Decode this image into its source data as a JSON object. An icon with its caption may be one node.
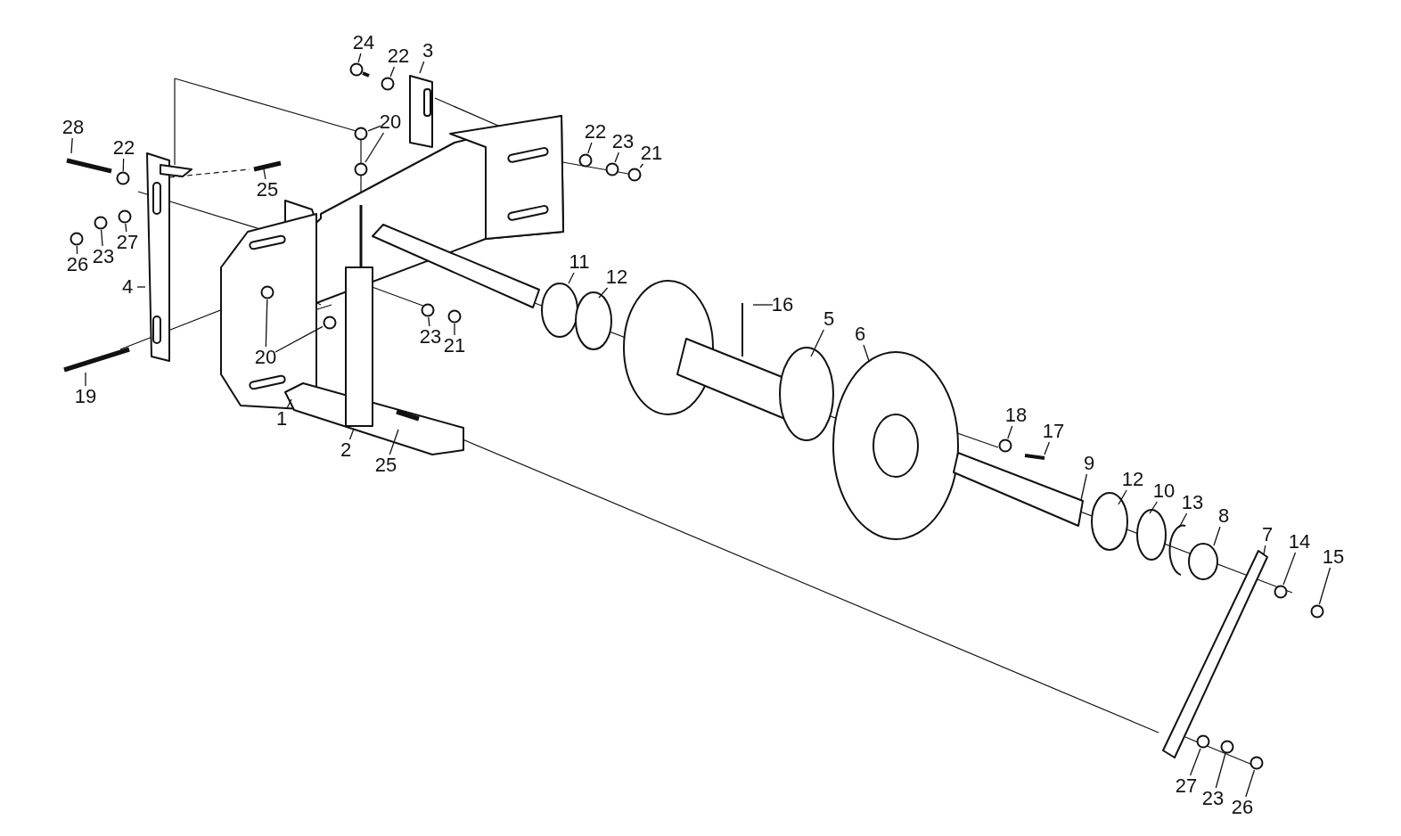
{
  "diagram": {
    "nodes": [
      {
        "text": [
          "24"
        ]
      },
      {
        "text": [
          "22"
        ]
      },
      {
        "text": [
          "3"
        ]
      },
      {
        "text": [
          "28"
        ]
      },
      {
        "text": [
          "22"
        ]
      },
      {
        "text": [
          "20"
        ]
      },
      {
        "text": [
          "22"
        ]
      },
      {
        "text": [
          "23"
        ]
      },
      {
        "text": [
          "21"
        ]
      },
      {
        "text": [
          "25"
        ]
      },
      {
        "text": [
          "27"
        ]
      },
      {
        "text": [
          "23"
        ]
      },
      {
        "text": [
          "26"
        ]
      },
      {
        "text": [
          "4"
        ]
      },
      {
        "text": [
          "11"
        ]
      },
      {
        "text": [
          "12"
        ]
      },
      {
        "text": [
          "16"
        ]
      },
      {
        "text": [
          "5"
        ]
      },
      {
        "text": [
          "6"
        ]
      },
      {
        "text": [
          "23"
        ]
      },
      {
        "text": [
          "21"
        ]
      },
      {
        "text": [
          "20"
        ]
      },
      {
        "text": [
          "19"
        ]
      },
      {
        "text": [
          "1"
        ]
      },
      {
        "text": [
          "2"
        ]
      },
      {
        "text": [
          "25"
        ]
      },
      {
        "text": [
          "18"
        ]
      },
      {
        "text": [
          "17"
        ]
      },
      {
        "text": [
          "9"
        ]
      },
      {
        "text": [
          "12"
        ]
      },
      {
        "text": [
          "10"
        ]
      },
      {
        "text": [
          "13"
        ]
      },
      {
        "text": [
          "8"
        ]
      },
      {
        "text": [
          "7"
        ]
      },
      {
        "text": [
          "14"
        ]
      },
      {
        "text": [
          "15"
        ]
      },
      {
        "text": [
          "27"
        ]
      },
      {
        "text": [
          "23"
        ]
      },
      {
        "text": [
          "26"
        ]
      },
      {
        "text": [],
        "shape": "circle"
      },
      {
        "text": [],
        "shape": "circle"
      },
      {
        "text": [],
        "shape": "circle"
      },
      {
        "text": [],
        "shape": "circle"
      },
      {
        "text": [],
        "shape": "circle"
      },
      {
        "text": [],
        "shape": "circle"
      },
      {
        "text": [],
        "shape": "circle"
      },
      {
        "text": [],
        "shape": "circle"
      },
      {
        "text": [],
        "shape": "circle"
      },
      {
        "text": [],
        "shape": "circle"
      },
      {
        "text": [],
        "shape": "circle"
      },
      {
        "text": [],
        "shape": "circle"
      },
      {
        "text": [],
        "shape": "circle"
      },
      {
        "text": [],
        "shape": "circle"
      },
      {
        "text": [],
        "shape": "circle"
      },
      {
        "text": [],
        "shape": "circle"
      },
      {
        "text": [],
        "shape": "circle"
      },
      {
        "text": [],
        "shape": "circle"
      },
      {
        "text": [],
        "shape": "circle"
      },
      {
        "text": [],
        "shape": "circle"
      },
      {
        "text": [],
        "shape": "circle"
      }
    ],
    "edges": [
      {
        "from": 0,
        "to": 39,
        "arrow": "none"
      },
      {
        "from": 1,
        "to": 40,
        "arrow": "none"
      },
      {
        "from": 2,
        "to": null,
        "arrow": "none"
      },
      {
        "from": 3,
        "to": null,
        "arrow": "none"
      },
      {
        "from": 4,
        "to": 43,
        "arrow": "none"
      },
      {
        "from": 5,
        "to": 41,
        "arrow": "none"
      },
      {
        "from": 5,
        "to": 42,
        "arrow": "none"
      },
      {
        "from": 6,
        "to": 44,
        "arrow": "none"
      },
      {
        "from": 7,
        "to": 45,
        "arrow": "none"
      },
      {
        "from": 8,
        "to": 46,
        "arrow": "none"
      },
      {
        "from": 9,
        "to": null,
        "arrow": "none"
      },
      {
        "from": 10,
        "to": 47,
        "arrow": "none"
      },
      {
        "from": 11,
        "to": 48,
        "arrow": "none"
      },
      {
        "from": 12,
        "to": 49,
        "arrow": "none"
      },
      {
        "from": 13,
        "to": null,
        "arrow": "none"
      },
      {
        "from": 14,
        "to": null,
        "arrow": "none"
      },
      {
        "from": 15,
        "to": null,
        "arrow": "none"
      },
      {
        "from": 16,
        "to": null,
        "arrow": "none"
      },
      {
        "from": 17,
        "to": null,
        "arrow": "none"
      },
      {
        "from": 18,
        "to": null,
        "arrow": "none"
      },
      {
        "from": 19,
        "to": 50,
        "arrow": "none"
      },
      {
        "from": 20,
        "to": 51,
        "arrow": "none"
      },
      {
        "from": 21,
        "to": 52,
        "arrow": "none"
      },
      {
        "from": 21,
        "to": 53,
        "arrow": "none"
      },
      {
        "from": 22,
        "to": null,
        "arrow": "none"
      },
      {
        "from": 23,
        "to": null,
        "arrow": "none"
      },
      {
        "from": 24,
        "to": null,
        "arrow": "none"
      },
      {
        "from": 25,
        "to": null,
        "arrow": "none"
      },
      {
        "from": 26,
        "to": 54,
        "arrow": "none"
      },
      {
        "from": 27,
        "to": null,
        "arrow": "none"
      },
      {
        "from": 28,
        "to": null,
        "arrow": "none"
      },
      {
        "from": 29,
        "to": null,
        "arrow": "none"
      },
      {
        "from": 30,
        "to": null,
        "arrow": "none"
      },
      {
        "from": 31,
        "to": null,
        "arrow": "none"
      },
      {
        "from": 32,
        "to": null,
        "arrow": "none"
      },
      {
        "from": 33,
        "to": null,
        "arrow": "none"
      },
      {
        "from": 34,
        "to": 55,
        "arrow": "none"
      },
      {
        "from": 35,
        "to": 56,
        "arrow": "none"
      },
      {
        "from": 36,
        "to": 57,
        "arrow": "none"
      },
      {
        "from": 37,
        "to": 58,
        "arrow": "none"
      },
      {
        "from": 38,
        "to": 59,
        "arrow": "none"
      }
    ]
  }
}
